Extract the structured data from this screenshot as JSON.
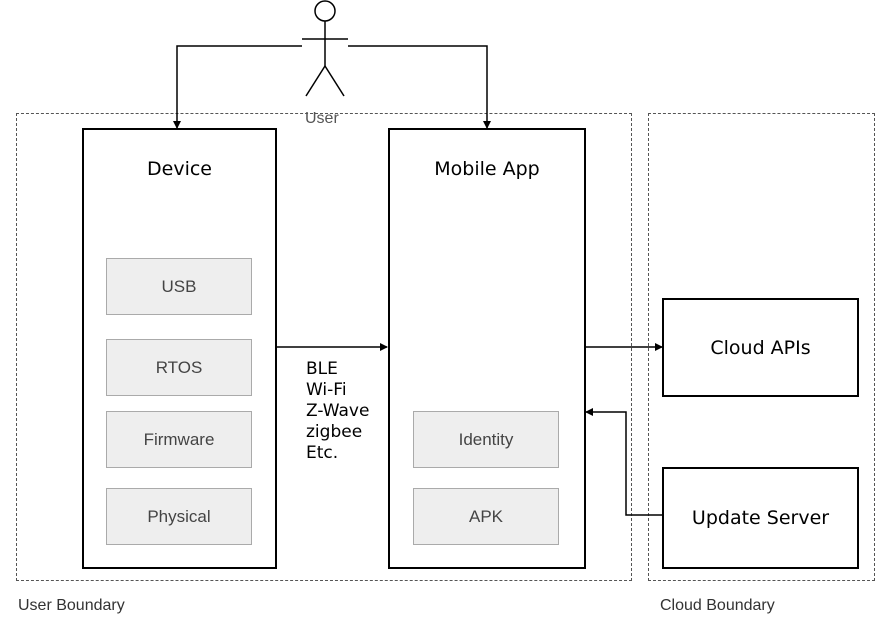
{
  "actor": {
    "label": "User",
    "icon": "stick-figure-icon"
  },
  "boundaries": {
    "user": "User Boundary",
    "cloud": "Cloud Boundary"
  },
  "device": {
    "title": "Device",
    "components": [
      "USB",
      "RTOS",
      "Firmware",
      "Physical"
    ]
  },
  "mobile_app": {
    "title": "Mobile App",
    "components": [
      "Identity",
      "APK"
    ]
  },
  "connection": {
    "protocols": [
      "BLE",
      "Wi-Fi",
      "Z-Wave",
      "zigbee",
      "Etc."
    ]
  },
  "cloud": {
    "apis": "Cloud APIs",
    "update_server": "Update Server"
  }
}
